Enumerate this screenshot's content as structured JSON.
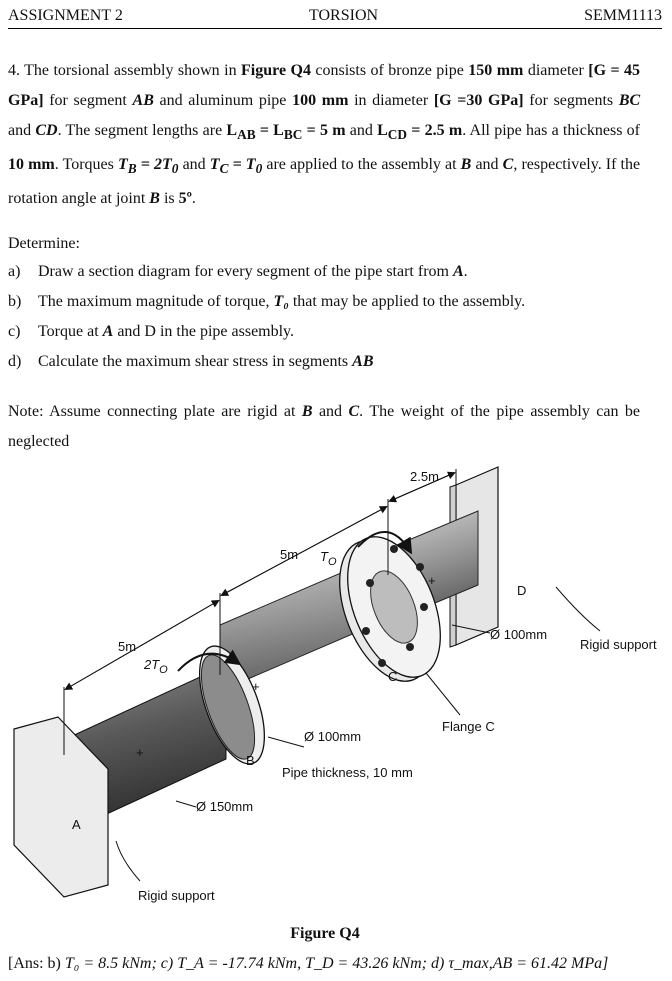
{
  "header": {
    "left": "ASSIGNMENT 2",
    "center": "TORSION",
    "right": "SEMM1113"
  },
  "question": {
    "number": "4.",
    "p1": "The torsional assembly shown in",
    "fig_ref": "Figure Q4",
    "p2": "consists of bronze pipe",
    "d_bronze": "150 mm",
    "p3": "diameter",
    "g_bronze": "[G = 45 GPa]",
    "p4": "for segment",
    "seg_ab": "AB",
    "p5": "and aluminum pipe",
    "d_alu": "100 mm",
    "p6": "in diameter",
    "g_alu": "[G =30 GPa]",
    "p7": "for segments",
    "seg_bc": "BC",
    "p8": "and",
    "seg_cd": "CD",
    "p9": ". The segment lengths are",
    "lengths1": "L",
    "sub_ab": "AB",
    "lengths2": "= L",
    "sub_bc": "BC",
    "lengths3": "= 5 m",
    "p10": "and",
    "lcd": "L",
    "sub_cd": "CD",
    "lcd_val": "= 2.5 m",
    "p11": ". All pipe has a thickness of",
    "thickness": "10 mm",
    "p12": ". Torques",
    "tb": "T",
    "sub_b": "B",
    "tb_val": "= 2T",
    "sub_0a": "0",
    "p13": "and",
    "tc": "T",
    "sub_c": "C",
    "tc_val": "= T",
    "sub_0b": "0",
    "p14": "are applied to the assembly at",
    "b": "B",
    "p15": "and",
    "c": "C",
    "p16": ", respectively. If the rotation angle at joint",
    "b2": "B",
    "p17": "is",
    "angle": "5º",
    "p18": "."
  },
  "determine": "Determine:",
  "parts": [
    {
      "key": "a)",
      "text": "Draw a section diagram for every segment of the pipe start from",
      "em": "A",
      "tail": "."
    },
    {
      "key": "b)",
      "text": "The maximum magnitude of torque,",
      "em": "T₀",
      "tail": " that may be applied to the assembly."
    },
    {
      "key": "c)",
      "text": "Torque at",
      "em": "A",
      "tail": " and D in the pipe assembly."
    },
    {
      "key": "d)",
      "text": "Calculate the maximum shear stress in segments",
      "em": "AB",
      "tail": ""
    }
  ],
  "note": {
    "p1": "Note: Assume connecting plate are rigid at",
    "b": "B",
    "p2": "and",
    "c": "C",
    "p3": ". The weight of the pipe assembly can be neglected"
  },
  "figure": {
    "label_A": "A",
    "label_B": "B",
    "label_C": "C",
    "label_D": "D",
    "len_ab": "5m",
    "len_bc": "5m",
    "len_cd": "2.5m",
    "torque_b": "2T",
    "torque_b_sub": "O",
    "torque_c": "T",
    "torque_c_sub": "O",
    "dia_ab": "Ø 150mm",
    "dia_bc": "Ø 100mm",
    "dia_cd": "Ø 100mm",
    "rigid_left": "Rigid support",
    "rigid_right": "Rigid support",
    "flange": "Flange C",
    "thickness": "Pipe thickness, 10 mm"
  },
  "caption": "Figure Q4",
  "answer": {
    "prefix": "[Ans: b)",
    "t0": "T₀ = 8.5 kNm; c)",
    "ta": "T_A = -17.74 kNm, T_D = 43.26 kNm; d)",
    "tau": "τ_max,AB = 61.42 MPa]"
  }
}
